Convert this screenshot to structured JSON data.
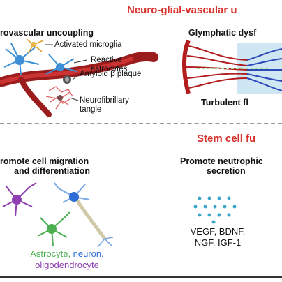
{
  "header": {
    "title": "Neuro-glial-vascular u",
    "color": "#d9302b"
  },
  "left_panel": {
    "title": "rovascular uncoupling",
    "labels": {
      "microglia": "Activated microglia",
      "astro1": "Reactive",
      "astro2": "astrocytes",
      "amyloid": "Amyloid β plaque",
      "tangle1": "Neurofibrillary",
      "tangle2": "tangle"
    }
  },
  "right_panel": {
    "title": "Glymphatic dysf",
    "caption": "Turbulent fl"
  },
  "stem_section": {
    "title": "Stem cell fu",
    "color": "#d9302b"
  },
  "migration_panel": {
    "title_line1": "romote cell migration",
    "title_line2": "and differentiation",
    "caption_astro": "Astrocyte,",
    "caption_neuron": "neuron,",
    "caption_oligo": "oligodendrocyte",
    "colors": {
      "astrocyte": "#4caf50",
      "neuron": "#2b6cd6",
      "oligodendrocyte": "#8e3fb0"
    }
  },
  "neurotrophic_panel": {
    "title_line1": "Promote neutrophic",
    "title_line2": "secretion",
    "factors_line1": "VEGF, BDNF,",
    "factors_line2": "NGF, IGF-1",
    "dot_color": "#3aa6c9"
  }
}
